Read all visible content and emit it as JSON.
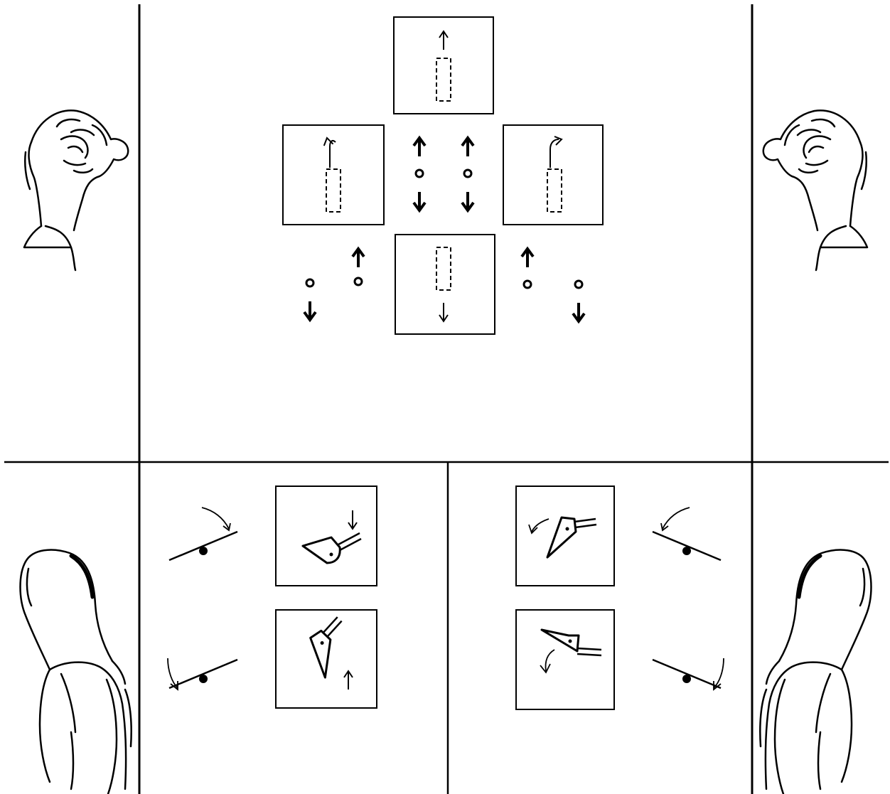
{
  "figure": {
    "panels": [
      {
        "id": "hand-controls",
        "symbols": [
          "boom-raise",
          "swing-left",
          "swing-right",
          "boom-lower"
        ]
      },
      {
        "id": "foot-pedal-left",
        "symbols": [
          "bucket-crowd-down",
          "bucket-crowd-up"
        ]
      },
      {
        "id": "foot-pedal-right",
        "symbols": [
          "bucket-rotate-left",
          "bucket-rotate-right"
        ]
      }
    ],
    "colors": {
      "ink": "#000000",
      "paper": "#ffffff"
    }
  }
}
